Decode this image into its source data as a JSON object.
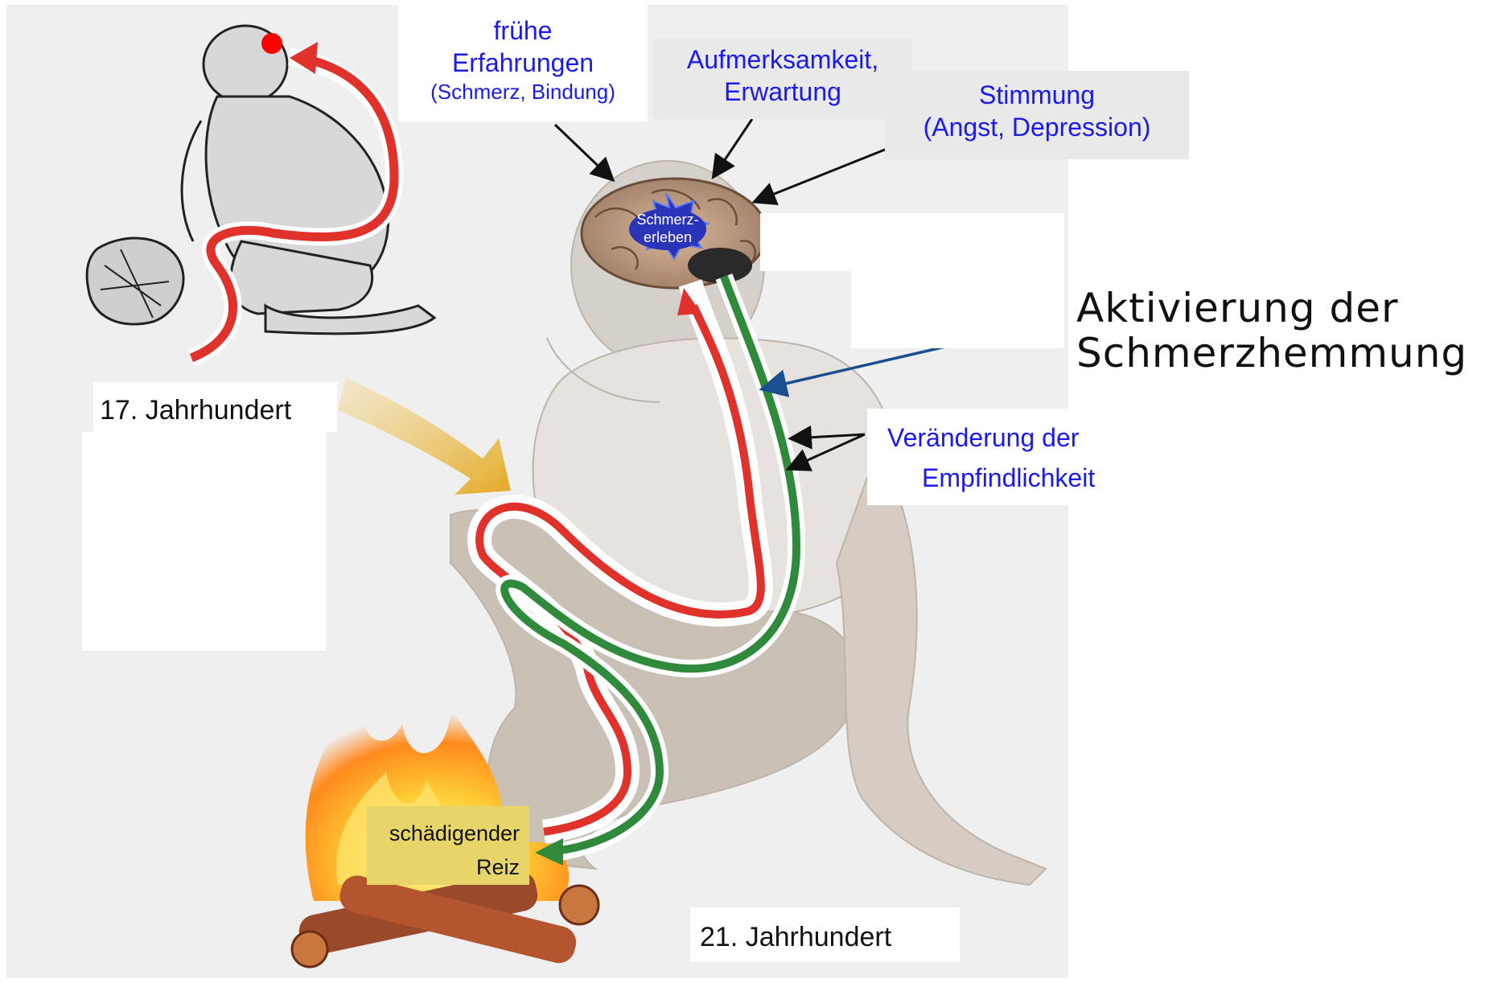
{
  "diagram": {
    "brain_label_line1": "Schmerz-",
    "brain_label_line2": "erleben",
    "influences": {
      "early": {
        "line1": "frühe",
        "line2": "Erfahrungen",
        "line3": "(Schmerz, Bindung)"
      },
      "attention": {
        "line1": "Aufmerksamkeit,",
        "line2": "Erwartung"
      },
      "mood": {
        "line1": "Stimmung",
        "line2": "(Angst, Depression)"
      }
    },
    "inhibition": {
      "line1": "Aktivierung der",
      "line2": "Schmerzhemmung"
    },
    "sensitivity": {
      "line1": "Veränderung der",
      "line2": "Empfindlichkeit"
    },
    "stimulus": {
      "line1": "schädigender",
      "line2": "Reiz"
    },
    "era_old": "17. Jahrhundert",
    "era_new": "21. Jahrhundert"
  },
  "colors": {
    "background_panel": "#efefef",
    "ascending_path": "#e0312b",
    "descending_path": "#2f8a3c",
    "label_blue": "#1a1af0",
    "brain_core": "#2a34b8",
    "stimulus_box": "#e8d56a",
    "inhibition_arrow": "#1a4f8f",
    "history_arrow": "#e7b43a"
  },
  "icons": [
    "seated-figure-illustration",
    "crouching-man-illustration",
    "brain-icon",
    "campfire-icon"
  ]
}
